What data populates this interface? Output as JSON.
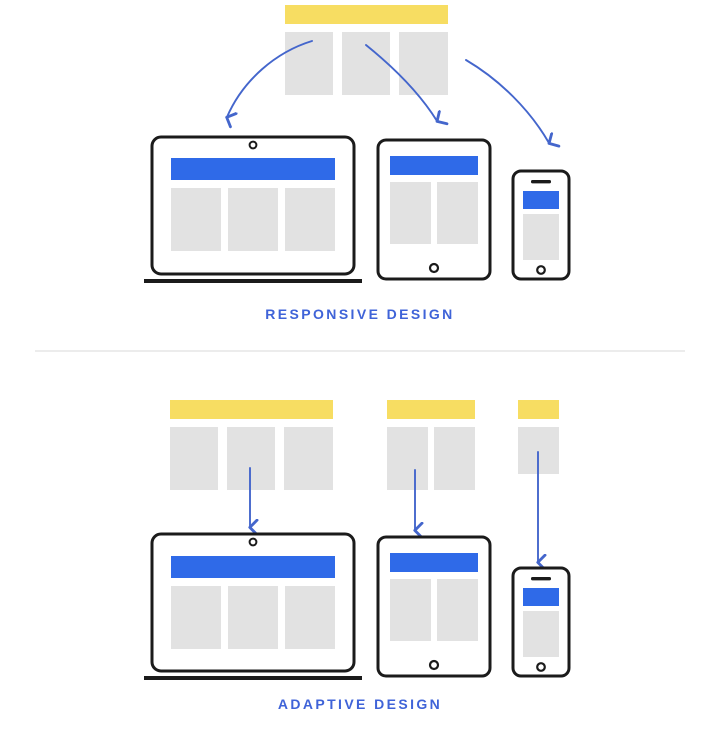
{
  "diagram": {
    "title_responsive": "RESPONSIVE DESIGN",
    "title_adaptive": "ADAPTIVE DESIGN",
    "colors": {
      "header_yellow": "#f7dd62",
      "content_gray": "#e2e2e2",
      "nav_blue": "#2f6ae8",
      "arrow_blue": "#4466cc",
      "device_outline": "#1b1b1b",
      "caption_blue": "#3f63d8",
      "divider_gray": "#ececec",
      "background": "#ffffff"
    }
  },
  "responsive_section": {
    "label": "RESPONSIVE DESIGN",
    "source_layout": {
      "name": "single-fluid-layout",
      "header_label": "header bar",
      "columns": 3
    },
    "arrows": [
      {
        "name": "arrow-to-laptop",
        "style": "curved",
        "target": "laptop"
      },
      {
        "name": "arrow-to-tablet",
        "style": "curved",
        "target": "tablet"
      },
      {
        "name": "arrow-to-phone",
        "style": "curved",
        "target": "phone"
      }
    ],
    "devices": [
      {
        "name": "laptop",
        "columns": 3,
        "has_camera": true,
        "has_stand": true
      },
      {
        "name": "tablet",
        "columns": 2,
        "has_home_button": true
      },
      {
        "name": "phone",
        "columns": 1,
        "has_home_button": true,
        "has_speaker": true
      }
    ]
  },
  "adaptive_section": {
    "label": "ADAPTIVE DESIGN",
    "source_layouts": [
      {
        "name": "desktop-layout",
        "columns": 3
      },
      {
        "name": "tablet-layout",
        "columns": 2
      },
      {
        "name": "mobile-layout",
        "columns": 1
      }
    ],
    "arrows": [
      {
        "name": "arrow-to-laptop",
        "style": "straight",
        "target": "laptop"
      },
      {
        "name": "arrow-to-tablet",
        "style": "straight",
        "target": "tablet"
      },
      {
        "name": "arrow-to-phone",
        "style": "straight",
        "target": "phone"
      }
    ],
    "devices": [
      {
        "name": "laptop",
        "columns": 3,
        "has_camera": true,
        "has_stand": true
      },
      {
        "name": "tablet",
        "columns": 2,
        "has_home_button": true
      },
      {
        "name": "phone",
        "columns": 1,
        "has_home_button": true,
        "has_speaker": true
      }
    ]
  }
}
